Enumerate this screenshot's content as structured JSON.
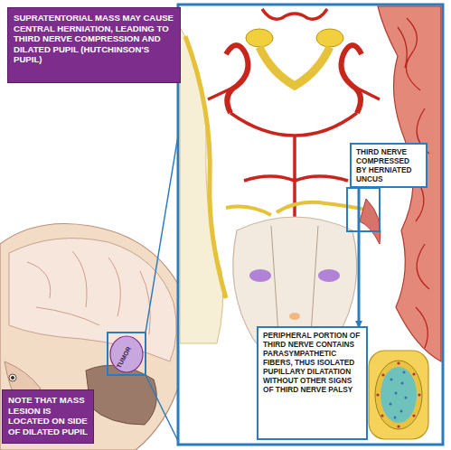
{
  "diagram": {
    "nodes": [
      {
        "text": [
          "SUPRATENTORIAL MASS MAY CAUSE CENTRAL HERNIATION, LEADING TO THIRD NERVE COMPRESSION AND DILATED PUPIL (HUTCHINSON'S PUPIL)"
        ]
      },
      {
        "text": [
          "THIRD NERVE COMPRESSED BY HERNIATED UNCUS"
        ]
      },
      {
        "text": [
          "PERIPHERAL PORTION OF THIRD NERVE CONTAINS PARASYMPATHETIC FIBERS, THUS ISOLATED PUPILLARY DILATATION WITHOUT OTHER SIGNS OF THIRD NERVE PALSY"
        ]
      },
      {
        "text": [
          "NOTE THAT MASS LESION IS LOCATED ON SIDE OF DILATED PUPIL"
        ]
      }
    ],
    "edges": [
      {
        "from": 1,
        "to": 2,
        "arrow": "to"
      }
    ],
    "labels": [
      "TUMOR"
    ]
  }
}
